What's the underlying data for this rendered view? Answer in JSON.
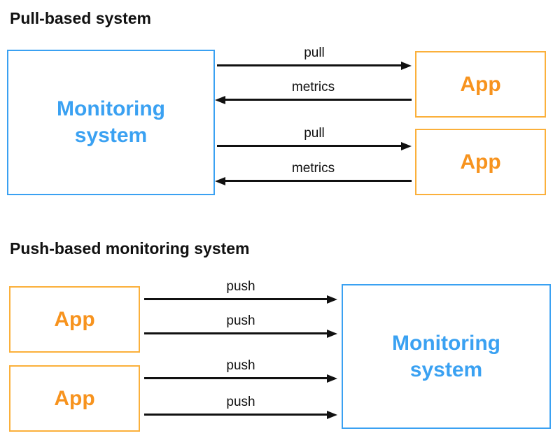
{
  "colors": {
    "blue": "#3AA1F2",
    "orange_border": "#FBB03B",
    "orange_text": "#F7931E",
    "arrow": "#111111",
    "background": "#FFFFFF"
  },
  "pull_section": {
    "title": "Pull-based system",
    "monitoring_box": "Monitoring system",
    "apps": [
      "App",
      "App"
    ],
    "arrows": [
      {
        "label": "pull",
        "direction": "right"
      },
      {
        "label": "metrics",
        "direction": "left"
      },
      {
        "label": "pull",
        "direction": "right"
      },
      {
        "label": "metrics",
        "direction": "left"
      }
    ]
  },
  "push_section": {
    "title": "Push-based monitoring system",
    "monitoring_box": "Monitoring system",
    "apps": [
      "App",
      "App"
    ],
    "arrows": [
      {
        "label": "push",
        "direction": "right"
      },
      {
        "label": "push",
        "direction": "right"
      },
      {
        "label": "push",
        "direction": "right"
      },
      {
        "label": "push",
        "direction": "right"
      }
    ]
  }
}
